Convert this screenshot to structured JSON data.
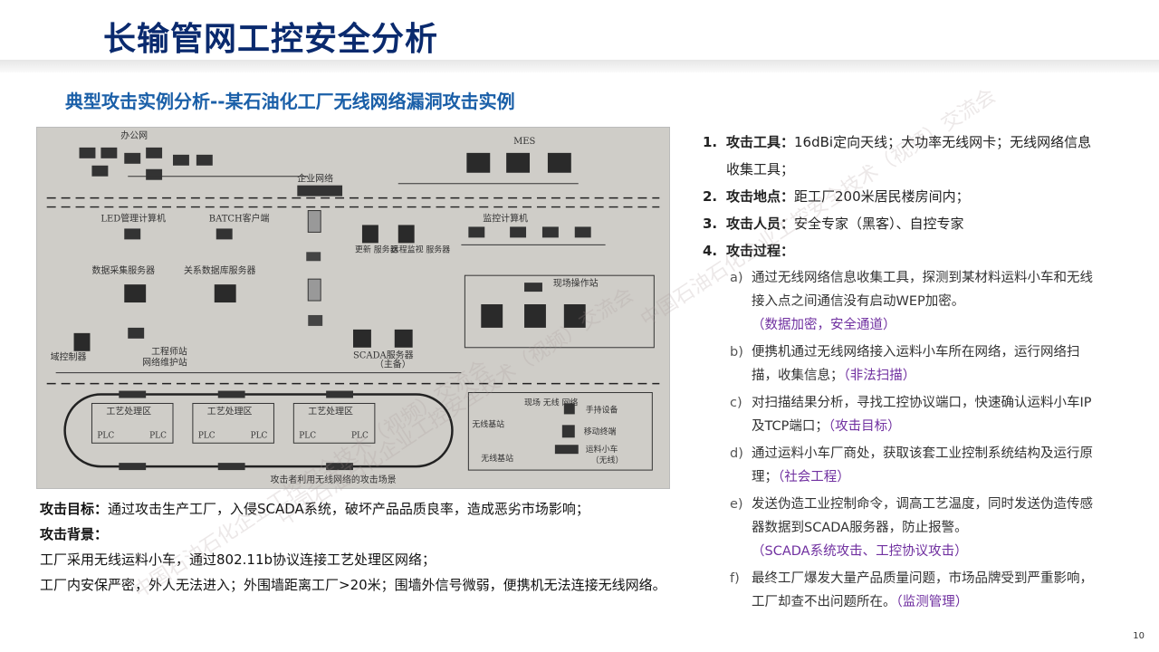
{
  "title": "长输管网工控安全分析",
  "subtitle": "典型攻击实例分析--某石油化工厂无线网络漏洞攻击实例",
  "diagram": {
    "labels": {
      "office_net": "办公网",
      "mes": "MES",
      "enterprise_net": "企业网络",
      "led_computer": "LED管理计算机",
      "batch_client": "BATCH客户端",
      "monitor_computer": "监控计算机",
      "update_server": "更新\n服务器",
      "remote_monitor_server": "远程监视\n服务器",
      "data_collection_server": "数据采集服务器",
      "relational_db_server": "关系数据库服务器",
      "field_operator_station": "现场操作站",
      "domain_controller": "域控制器",
      "engineer_station": "工程师站",
      "network_maintenance_station": "网络维护站",
      "scada_server": "SCADA服务器",
      "scada_primary": "（主备）",
      "process_area": "工艺处理区",
      "plc": "PLC",
      "wireless_base_station": "无线基站",
      "field_wireless_network": "现场\n无线\n网络",
      "handheld": "手持设备",
      "mobile_terminal": "移动终端",
      "cart": "运料小车",
      "cart_wireless": "（无线）",
      "caption": "攻击者利用无线网络的攻击场景"
    }
  },
  "bottom": {
    "target_label": "攻击目标：",
    "target_text": "通过攻击生产工厂，入侵SCADA系统，破坏产品品质良率，造成恶劣市场影响；",
    "background_label": "攻击背景：",
    "bg_line1": "工厂采用无线运料小车，通过802.11b协议连接工艺处理区网络；",
    "bg_line2": "工厂内安保严密，外人无法进入；外围墙距离工厂>20米；围墙外信号微弱，便携机无法连接无线网络。"
  },
  "list": {
    "items": [
      {
        "num": "1.",
        "label": "攻击工具：",
        "text": "16dBi定向天线；大功率无线网卡；无线网络信息收集工具；"
      },
      {
        "num": "2.",
        "label": "攻击地点：",
        "text": "距工厂200米居民楼房间内；"
      },
      {
        "num": "3.",
        "label": "攻击人员：",
        "text": "安全专家（黑客）、自控专家"
      },
      {
        "num": "4.",
        "label": "攻击过程：",
        "text": ""
      }
    ],
    "steps": [
      {
        "letter": "a)",
        "text": "通过无线网络信息收集工具，探测到某材料运料小车和无线接入点之间通信没有启动WEP加密。",
        "tag": "（数据加密，安全通道）"
      },
      {
        "letter": "b)",
        "text": "便携机通过无线网络接入运料小车所在网络，运行网络扫描，收集信息；",
        "tag": "（非法扫描）"
      },
      {
        "letter": "c)",
        "text": "对扫描结果分析，寻找工控协议端口，快速确认运料小车IP及TCP端口；",
        "tag": "（攻击目标）"
      },
      {
        "letter": "d)",
        "text": "通过运料小车厂商处，获取该套工业控制系统结构及运行原理；",
        "tag": "（社会工程）"
      },
      {
        "letter": "e)",
        "text": "发送伪造工业控制命令，调高工艺温度，同时发送伪造传感器数据到SCADA服务器，防止报警。",
        "tag": "（SCADA系统攻击、工控协议攻击）"
      },
      {
        "letter": "f)",
        "text": "最终工厂爆发大量产品质量问题，市场品牌受到严重影响，工厂却查不出问题所在。",
        "tag": "（监测管理）"
      }
    ]
  },
  "watermark": "中国石油石化企业工控安全技术（视频）交流会",
  "page_number": "10"
}
